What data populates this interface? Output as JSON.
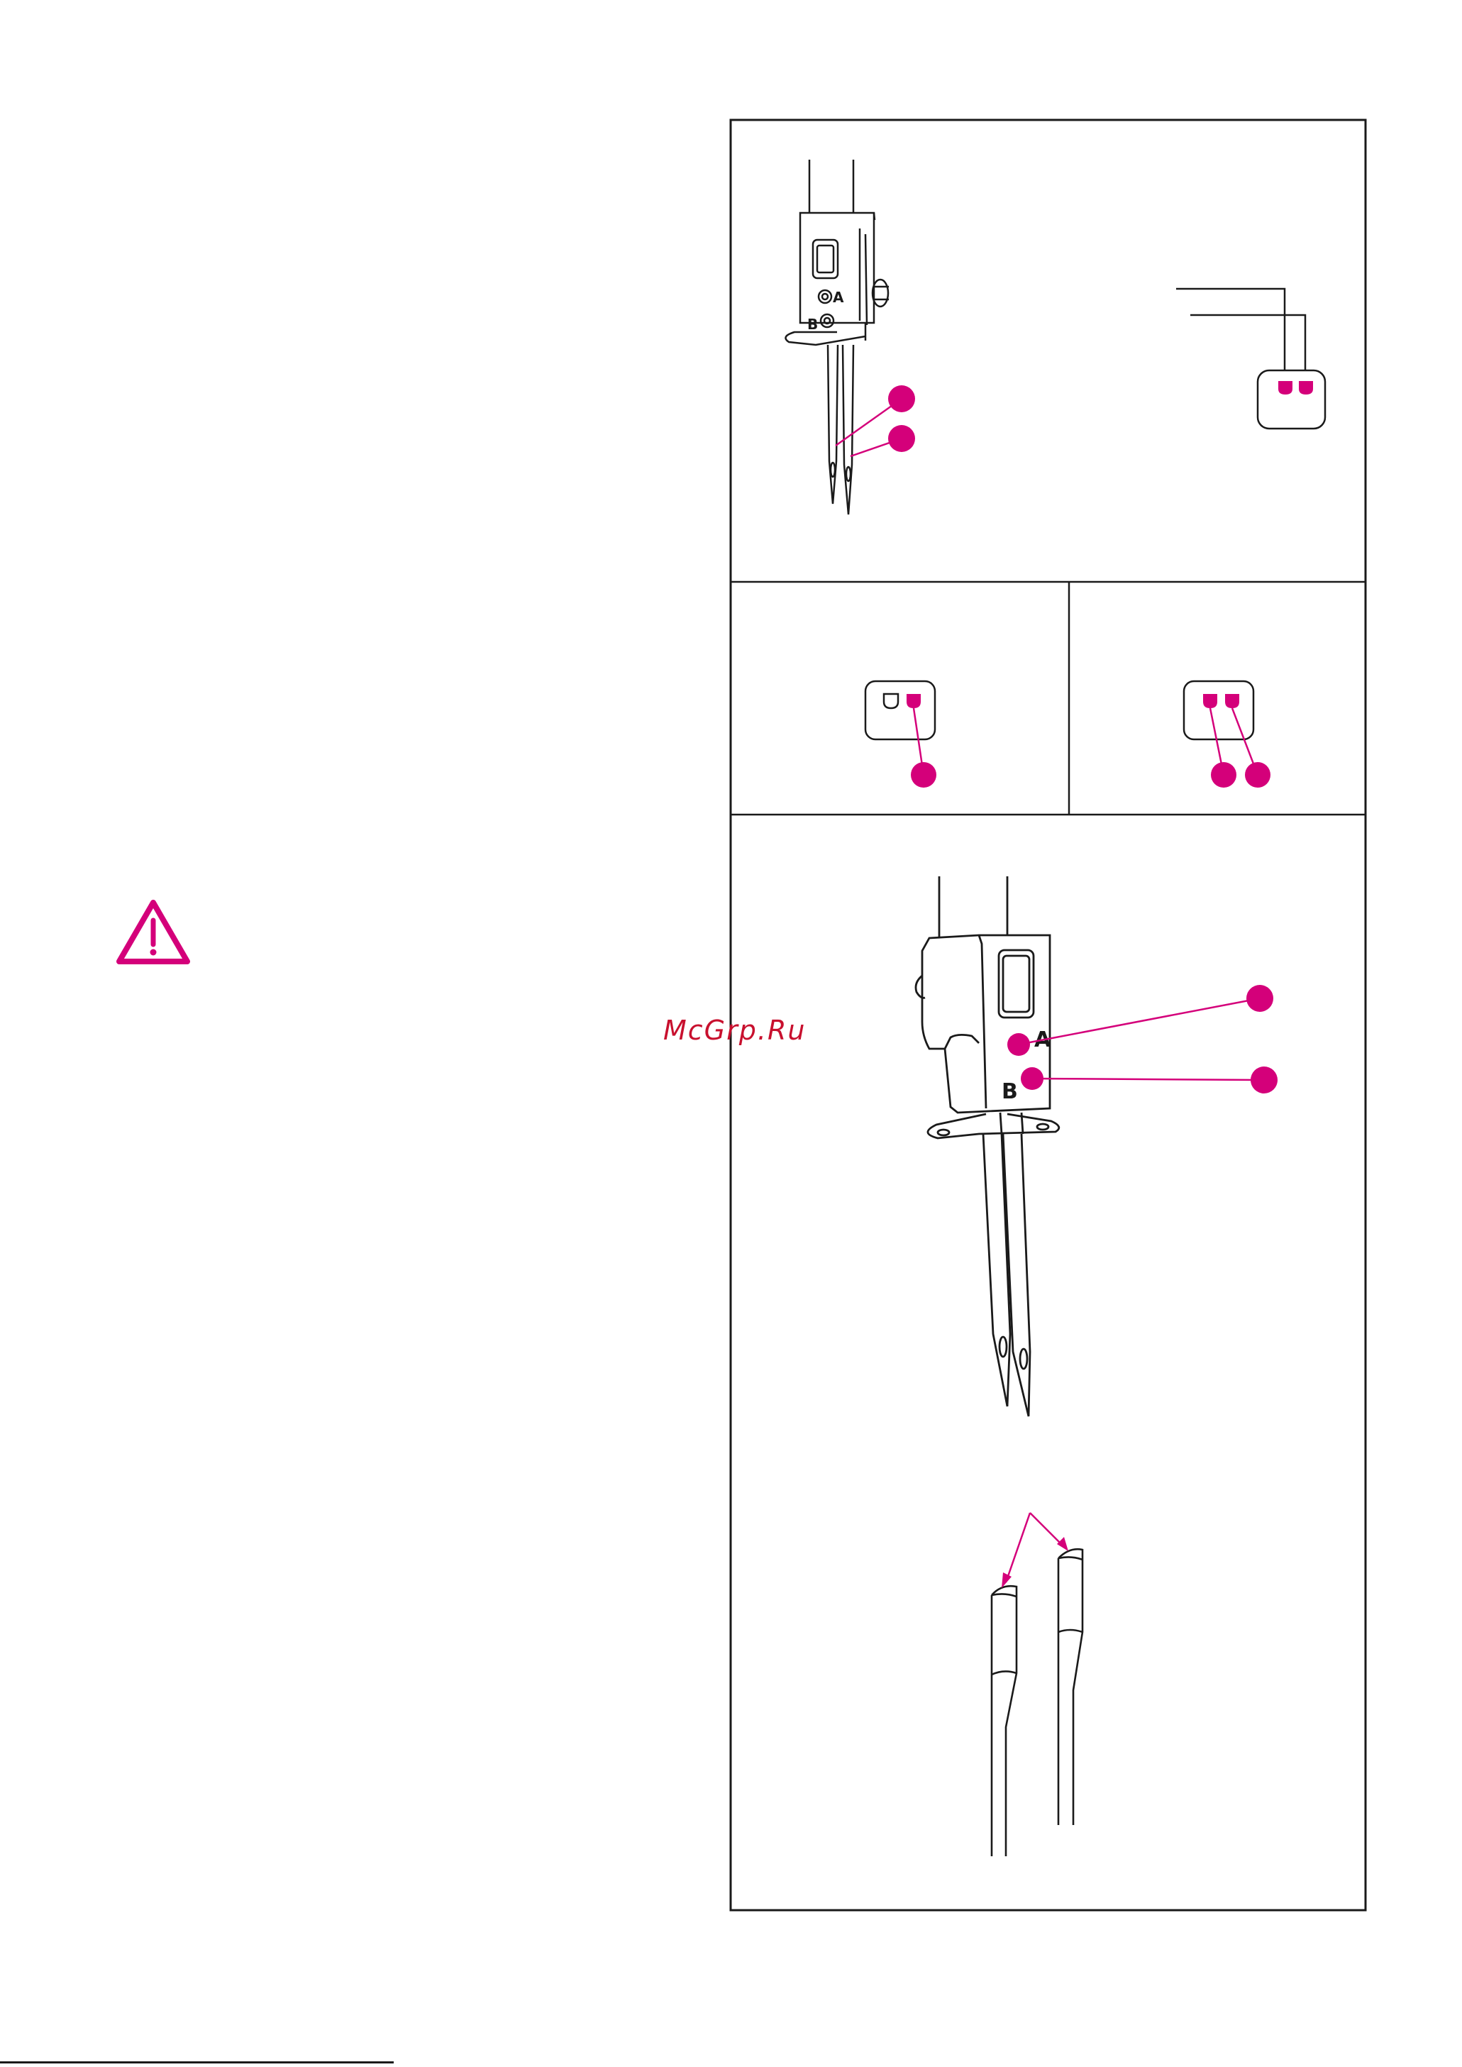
{
  "watermark": {
    "text": "McGrp.Ru"
  },
  "colors": {
    "accent": "#d4007a",
    "line": "#1a1a1a",
    "watermark": "#c8102e",
    "background": "#ffffff"
  },
  "figure_top": {
    "needle_bar_labels": {
      "a": "A",
      "b": "B"
    }
  },
  "figure_bottom": {
    "needle_bar_labels": {
      "a": "A",
      "b": "B"
    }
  },
  "icons": {
    "warning": "warning-triangle-icon"
  }
}
